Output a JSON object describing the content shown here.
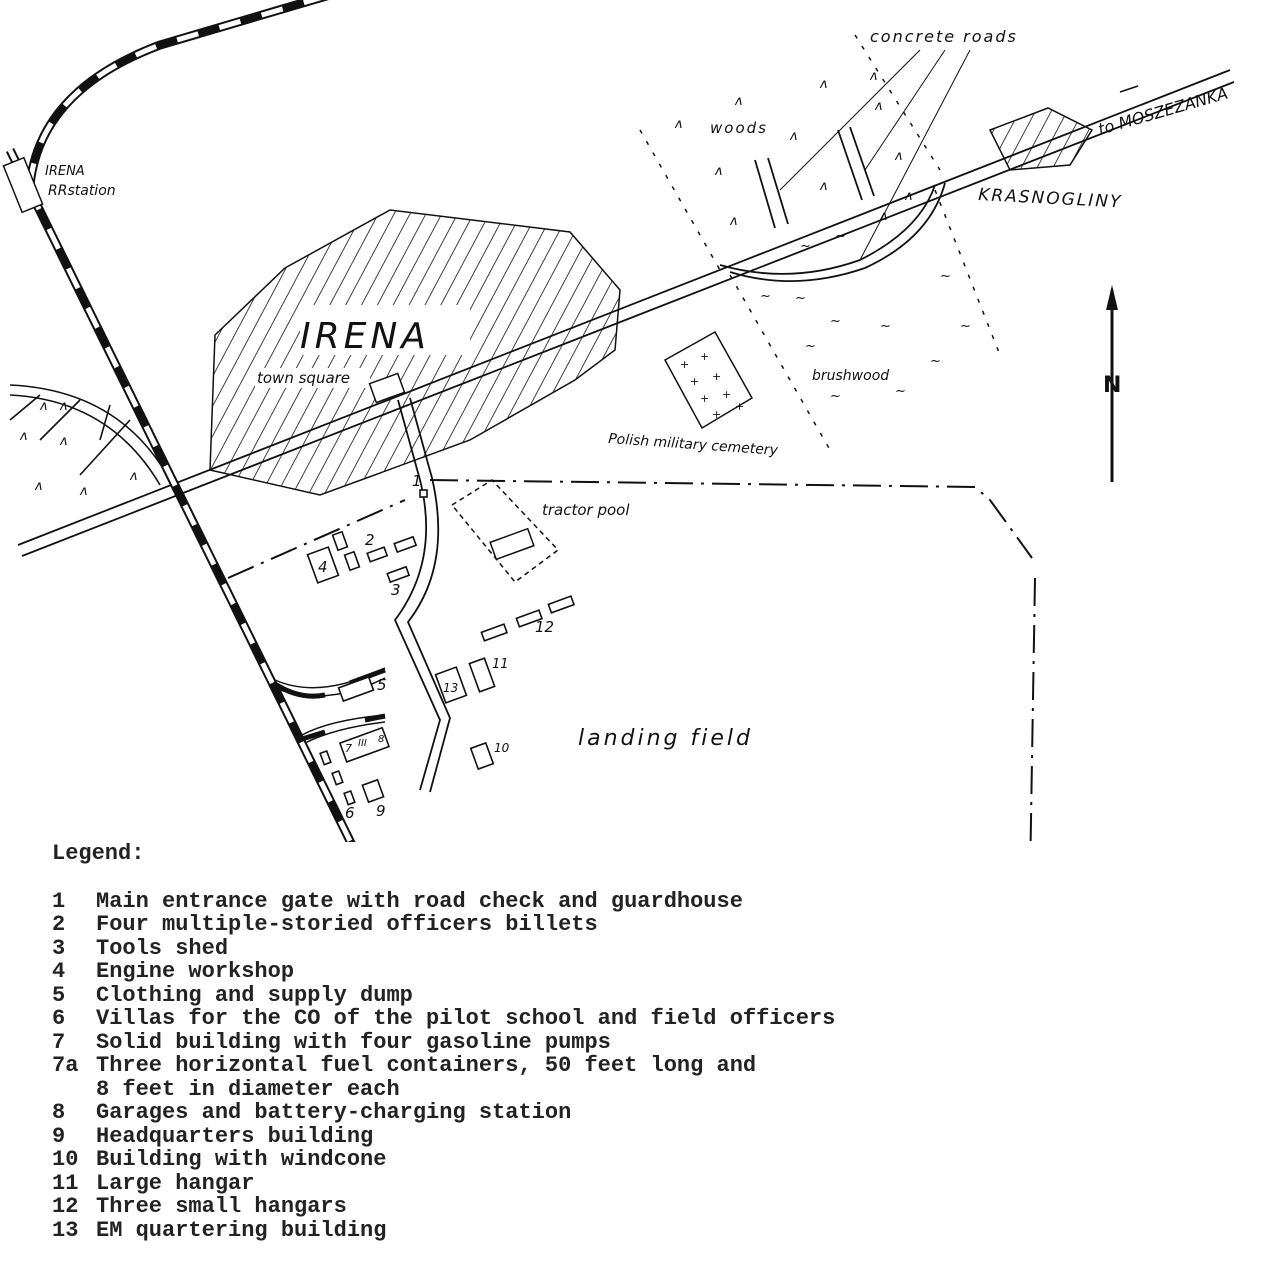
{
  "map": {
    "town_label": "IRENA",
    "station_label_1": "IRENA",
    "station_label_2": "RRstation",
    "town_square": "town square",
    "woods": "woods",
    "concrete_roads": "concrete roads",
    "to_label": "to MOSZEZANKA",
    "village": "KRASNOGLINY",
    "brushwood": "brushwood",
    "cemetery": "Polish military cemetery",
    "tractor_pool": "tractor pool",
    "landing_field": "landing field",
    "north": "N",
    "numbers": {
      "n1": "1",
      "n2": "2",
      "n3": "3",
      "n4": "4",
      "n5": "5",
      "n6": "6",
      "n7": "7",
      "n7a": "III",
      "n8": "8",
      "n9": "9",
      "n10": "10",
      "n11": "11",
      "n12": "12",
      "n13": "13"
    }
  },
  "legend": {
    "title": "Legend:",
    "items": [
      {
        "key": "1",
        "text": "Main entrance gate with road check and guardhouse"
      },
      {
        "key": "2",
        "text": "Four multiple-storied officers billets"
      },
      {
        "key": "3",
        "text": "Tools shed"
      },
      {
        "key": "4",
        "text": "Engine workshop"
      },
      {
        "key": "5",
        "text": "Clothing and supply dump"
      },
      {
        "key": "6",
        "text": "Villas for the CO of the pilot school and field officers"
      },
      {
        "key": "7",
        "text": "Solid building with four gasoline pumps"
      },
      {
        "key": "7a",
        "text": "Three horizontal fuel containers, 50 feet long and"
      },
      {
        "key": "",
        "text": "8 feet in diameter each"
      },
      {
        "key": "8",
        "text": "Garages and battery-charging station"
      },
      {
        "key": "9",
        "text": "Headquarters building"
      },
      {
        "key": "10",
        "text": "Building with windcone"
      },
      {
        "key": "11",
        "text": "Large hangar"
      },
      {
        "key": "12",
        "text": "Three small hangars"
      },
      {
        "key": "13",
        "text": "EM quartering building"
      }
    ]
  }
}
